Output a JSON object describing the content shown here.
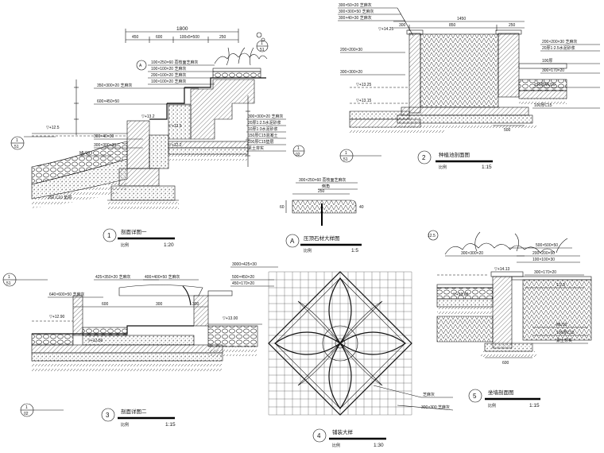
{
  "drawings": {
    "d1": {
      "title": "剖面详图一",
      "number": "1",
      "scale_label": "比例",
      "scale": "1:20",
      "top_dims": [
        "1800",
        "450",
        "600",
        "100x5=500",
        "250"
      ],
      "callouts": [
        "100×250×60 荔枝面芝麻灰",
        "100×100×20 芝麻灰",
        "200×100×20 芝麻灰",
        "100×100×20 芝麻灰",
        "350×300×20 芝麻灰",
        "600×450×50",
        "300×40×30",
        "300×300×30",
        "MU10"
      ],
      "layers": [
        "300×300×20 芝麻灰",
        "20厚1:2.5水泥砂浆",
        "10厚1:3水泥砂浆",
        "150厚C15混凝土",
        "100厚C15垫层",
        "素土夯实"
      ],
      "levels": [
        "▽+12.5",
        "▽+13.2",
        "▽+12.5",
        "▽+12.2"
      ],
      "marks": [
        "1",
        "51",
        "1",
        "02"
      ],
      "bottom": "250 C10 垫层"
    },
    "d2": {
      "title": "种植池剖面图",
      "number": "2",
      "scale_label": "比例",
      "scale": "1:15",
      "top_callouts": [
        "300×50×20 芝麻灰",
        "300×300×50 芝麻灰",
        "300×40×30 芝麻灰"
      ],
      "dims": [
        "1450",
        "300",
        "850",
        "250"
      ],
      "left_callouts": [
        "200×200×30",
        "300×300×20"
      ],
      "right_callouts": [
        "200×200×30 芝麻灰",
        "20厚1:2.5水泥砂浆",
        "100厚",
        "300×170×20",
        "150厚MU10",
        "100厚C15"
      ],
      "levels": [
        "▽+14.25",
        "▽+13.25",
        "▽+13.15"
      ],
      "bottom_dim": "500"
    },
    "dA": {
      "title": "压顶石材大样图",
      "letter": "A",
      "scale_label": "比例",
      "scale": "1:5",
      "callouts": [
        "300×250×60 荔枝面芝麻灰",
        "倒角"
      ],
      "dims": [
        "250",
        "60",
        "40"
      ]
    },
    "d3": {
      "title": "剖面详图二",
      "number": "3",
      "scale_label": "比例",
      "scale": "1:15",
      "callouts": [
        "425×350×20 芝麻灰",
        "400×400×50 芝麻灰",
        "640×600×50 芝麻灰",
        "3000×425×30",
        "500×450×20",
        "450×170×20"
      ],
      "dims": [
        "600",
        "300",
        "300"
      ],
      "levels": [
        "▽+12.90",
        "▽+12.50",
        "▽+13.00"
      ],
      "marks": [
        "1",
        "51",
        "1",
        "02"
      ]
    },
    "d4": {
      "title": "铺装大样",
      "number": "4",
      "scale_label": "比例",
      "scale": "1:30",
      "callouts": [
        "芝麻灰",
        "300×300 芝麻灰"
      ]
    },
    "d5": {
      "title": "坐墙剖面图",
      "number": "5",
      "scale_label": "比例",
      "scale": "1:15",
      "callouts": [
        "500×500×50",
        "300×300×20",
        "200×200×50",
        "100×100×30",
        "300×170×20",
        "1:2.5",
        "MU10",
        "100厚C15",
        "素土夯实"
      ],
      "levels": [
        "▽+14.13",
        "▽+13.60"
      ],
      "dims": [
        "12.5",
        "600"
      ]
    }
  }
}
